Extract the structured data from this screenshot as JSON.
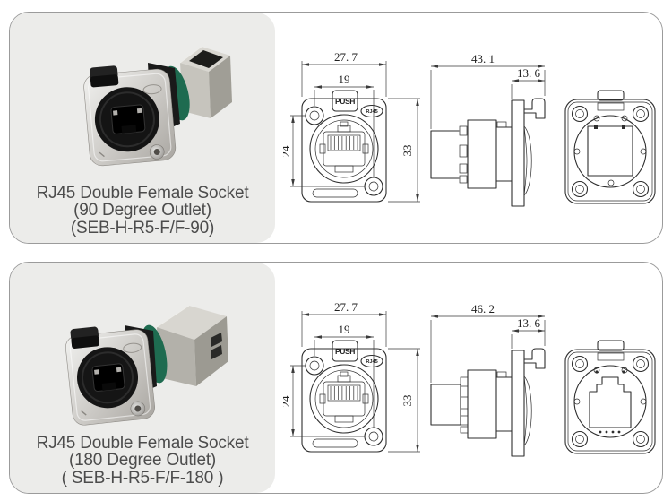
{
  "colors": {
    "panel_border": "#9b9b9b",
    "photo_background": "#ececea",
    "caption_text": "#4c4c4c",
    "drawing_line": "#2e2e2e",
    "green_ring": "#1e6b50"
  },
  "panels": [
    {
      "id": "90-degree",
      "caption": {
        "line1": "RJ45 Double Female Socket",
        "line2": "(90 Degree Outlet)",
        "line3": "(SEB-H-R5-F/F-90)"
      },
      "front_view": {
        "dim_width": "27. 7",
        "dim_inner_width": "19",
        "dim_hole_spacing": "24",
        "dim_height": "33",
        "push_label": "PUSH",
        "rj45_label": "RJ45"
      },
      "side_view": {
        "dim_total_depth": "43. 1",
        "dim_flange_depth": "13. 6"
      }
    },
    {
      "id": "180-degree",
      "caption": {
        "line1": "RJ45 Double Female Socket",
        "line2": "(180 Degree Outlet)",
        "line3": "( SEB-H-R5-F/F-180 )"
      },
      "front_view": {
        "dim_width": "27. 7",
        "dim_inner_width": "19",
        "dim_hole_spacing": "24",
        "dim_height": "33",
        "push_label": "PUSH",
        "rj45_label": "RJ45"
      },
      "side_view": {
        "dim_total_depth": "46. 2",
        "dim_flange_depth": "13. 6"
      }
    }
  ]
}
